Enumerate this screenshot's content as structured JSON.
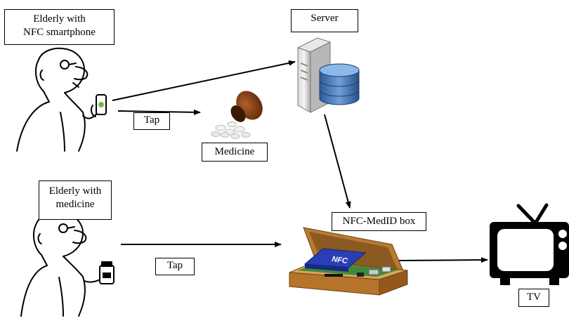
{
  "labels": {
    "elderly_smartphone_line1": "Elderly with",
    "elderly_smartphone_line2": "NFC smartphone",
    "server": "Server",
    "tap_top": "Tap",
    "medicine": "Medicine",
    "elderly_medicine_line1": "Elderly with",
    "elderly_medicine_line2": "medicine",
    "nfc_box": "NFC-MedID box",
    "tap_bottom": "Tap",
    "tv": "TV",
    "chip_text": "NFC"
  },
  "icons": {
    "person_top": "elderly-person-with-phone-icon",
    "person_bottom": "elderly-person-with-pill-bottle-icon",
    "server": "server-database-icon",
    "medicine": "pill-bottle-icon",
    "box": "nfc-medid-box-icon",
    "tv": "television-icon"
  },
  "colors": {
    "db_blue": "#3d6fb0",
    "chip_blue": "#2a3fb5",
    "box_wood": "#c98a3c",
    "pill_brown": "#7a3a10"
  }
}
